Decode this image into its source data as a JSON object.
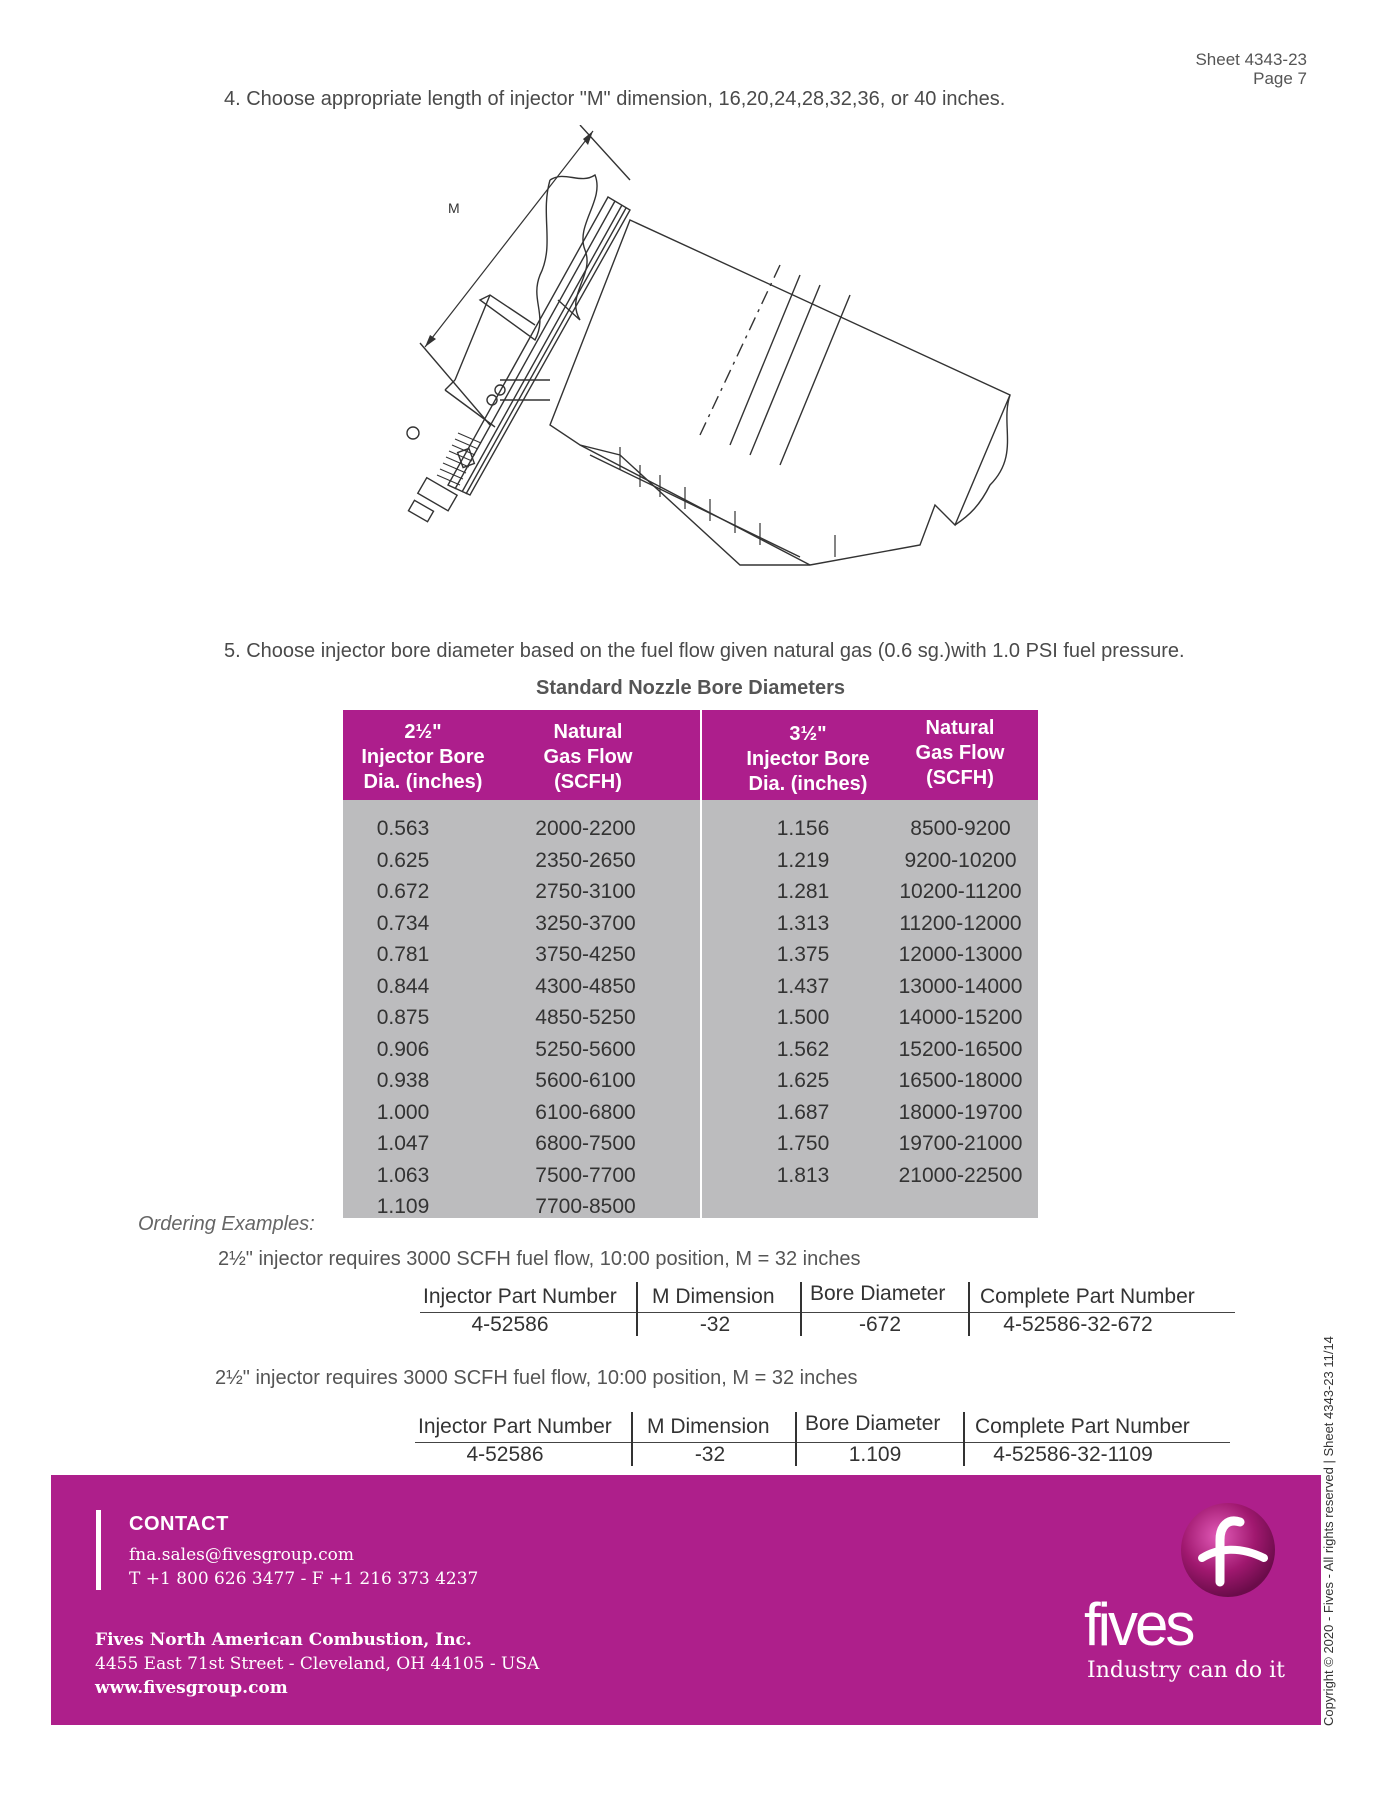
{
  "header": {
    "sheet": "Sheet 4343-23",
    "page": "Page 7"
  },
  "step4": "4.  Choose appropriate length of injector \"M\" dimension, 16,20,24,28,32,36, or 40 inches.",
  "diagram": {
    "dimension_label": "M"
  },
  "step5": "5.  Choose injector bore diameter based on the fuel flow given natural gas (0.6 sg.)with 1.0 PSI fuel pressure.",
  "nozzle_table": {
    "title": "Standard Nozzle Bore Diameters",
    "headers": [
      [
        "2½\"",
        "Injector Bore",
        "Dia. (inches)"
      ],
      [
        "Natural",
        "Gas Flow",
        "(SCFH)"
      ],
      [
        "3½\"",
        "Injector Bore",
        "Dia. (inches)"
      ],
      [
        "Natural",
        "Gas Flow",
        "(SCFH)"
      ]
    ],
    "left_dia": [
      "0.563",
      "0.625",
      "0.672",
      "0.734",
      "0.781",
      "0.844",
      "0.875",
      "0.906",
      "0.938",
      "1.000",
      "1.047",
      "1.063",
      "1.109"
    ],
    "left_flow": [
      "2000-2200",
      "2350-2650",
      "2750-3100",
      "3250-3700",
      "3750-4250",
      "4300-4850",
      "4850-5250",
      "5250-5600",
      "5600-6100",
      "6100-6800",
      "6800-7500",
      "7500-7700",
      "7700-8500"
    ],
    "right_dia": [
      "1.156",
      "1.219",
      "1.281",
      "1.313",
      "1.375",
      "1.437",
      "1.500",
      "1.562",
      "1.625",
      "1.687",
      "1.750",
      "1.813"
    ],
    "right_flow": [
      "8500-9200",
      "9200-10200",
      "10200-11200",
      "11200-12000",
      "12000-13000",
      "13000-14000",
      "14000-15200",
      "15200-16500",
      "16500-18000",
      "18000-19700",
      "19700-21000",
      "21000-22500"
    ]
  },
  "ordering": {
    "label": "Ordering Examples:",
    "examples": [
      {
        "text": "2½\" injector requires 3000 SCFH fuel flow, 10:00 position, M = 32 inches",
        "headers": [
          "Injector Part Number",
          "M Dimension",
          "Bore Diameter",
          "Complete Part Number"
        ],
        "values": [
          "4-52586",
          "-32",
          "-672",
          "4-52586-32-672"
        ]
      },
      {
        "text": "2½\" injector requires 3000 SCFH fuel flow, 10:00 position, M = 32 inches",
        "headers": [
          "Injector Part Number",
          "M Dimension",
          "Bore Diameter",
          "Complete Part Number"
        ],
        "values": [
          "4-52586",
          "-32",
          "1.109",
          "4-52586-32-1109"
        ]
      }
    ]
  },
  "footer": {
    "contact_label": "CONTACT",
    "email": "fna.sales@fivesgroup.com",
    "phone": "T +1 800 626 3477 - F +1 216 373 4237",
    "company": "Fives North American Combustion, Inc.",
    "address": "4455 East 71st Street - Cleveland, OH 44105 - USA",
    "website": "www.fivesgroup.com",
    "brand": "fives",
    "tagline": "Industry can do it",
    "brand_color": "#ae1f8b"
  },
  "copyright": "Copyright © 2020 - Fives - All rights reserved | Sheet 4343-23 11/14"
}
